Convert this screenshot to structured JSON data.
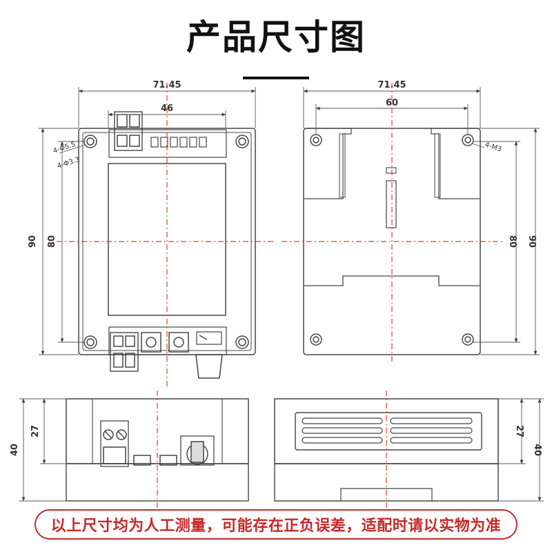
{
  "title": "产品尺寸图",
  "footer_note": "以上尺寸均为人工测量，可能存在正负误差，适配时请以实物为准",
  "colors": {
    "accent": "#c62828",
    "line": "#444444",
    "centerline": "#e53935"
  },
  "front_view": {
    "width_overall": "71.45",
    "terminal_spacing": "46",
    "height_overall": "90",
    "height_inner": "80",
    "hole_outer_label": "4-Φ5.5",
    "hole_inner_label": "4-Φ3.3"
  },
  "back_view": {
    "width_overall": "71.45",
    "hole_spacing": "60",
    "height_inner": "80",
    "height_overall": "90",
    "screw_label": "4-M3"
  },
  "side_view_left": {
    "height_overall": "40",
    "height_body": "27"
  },
  "side_view_right": {
    "height_body": "27",
    "height_overall": "40"
  }
}
